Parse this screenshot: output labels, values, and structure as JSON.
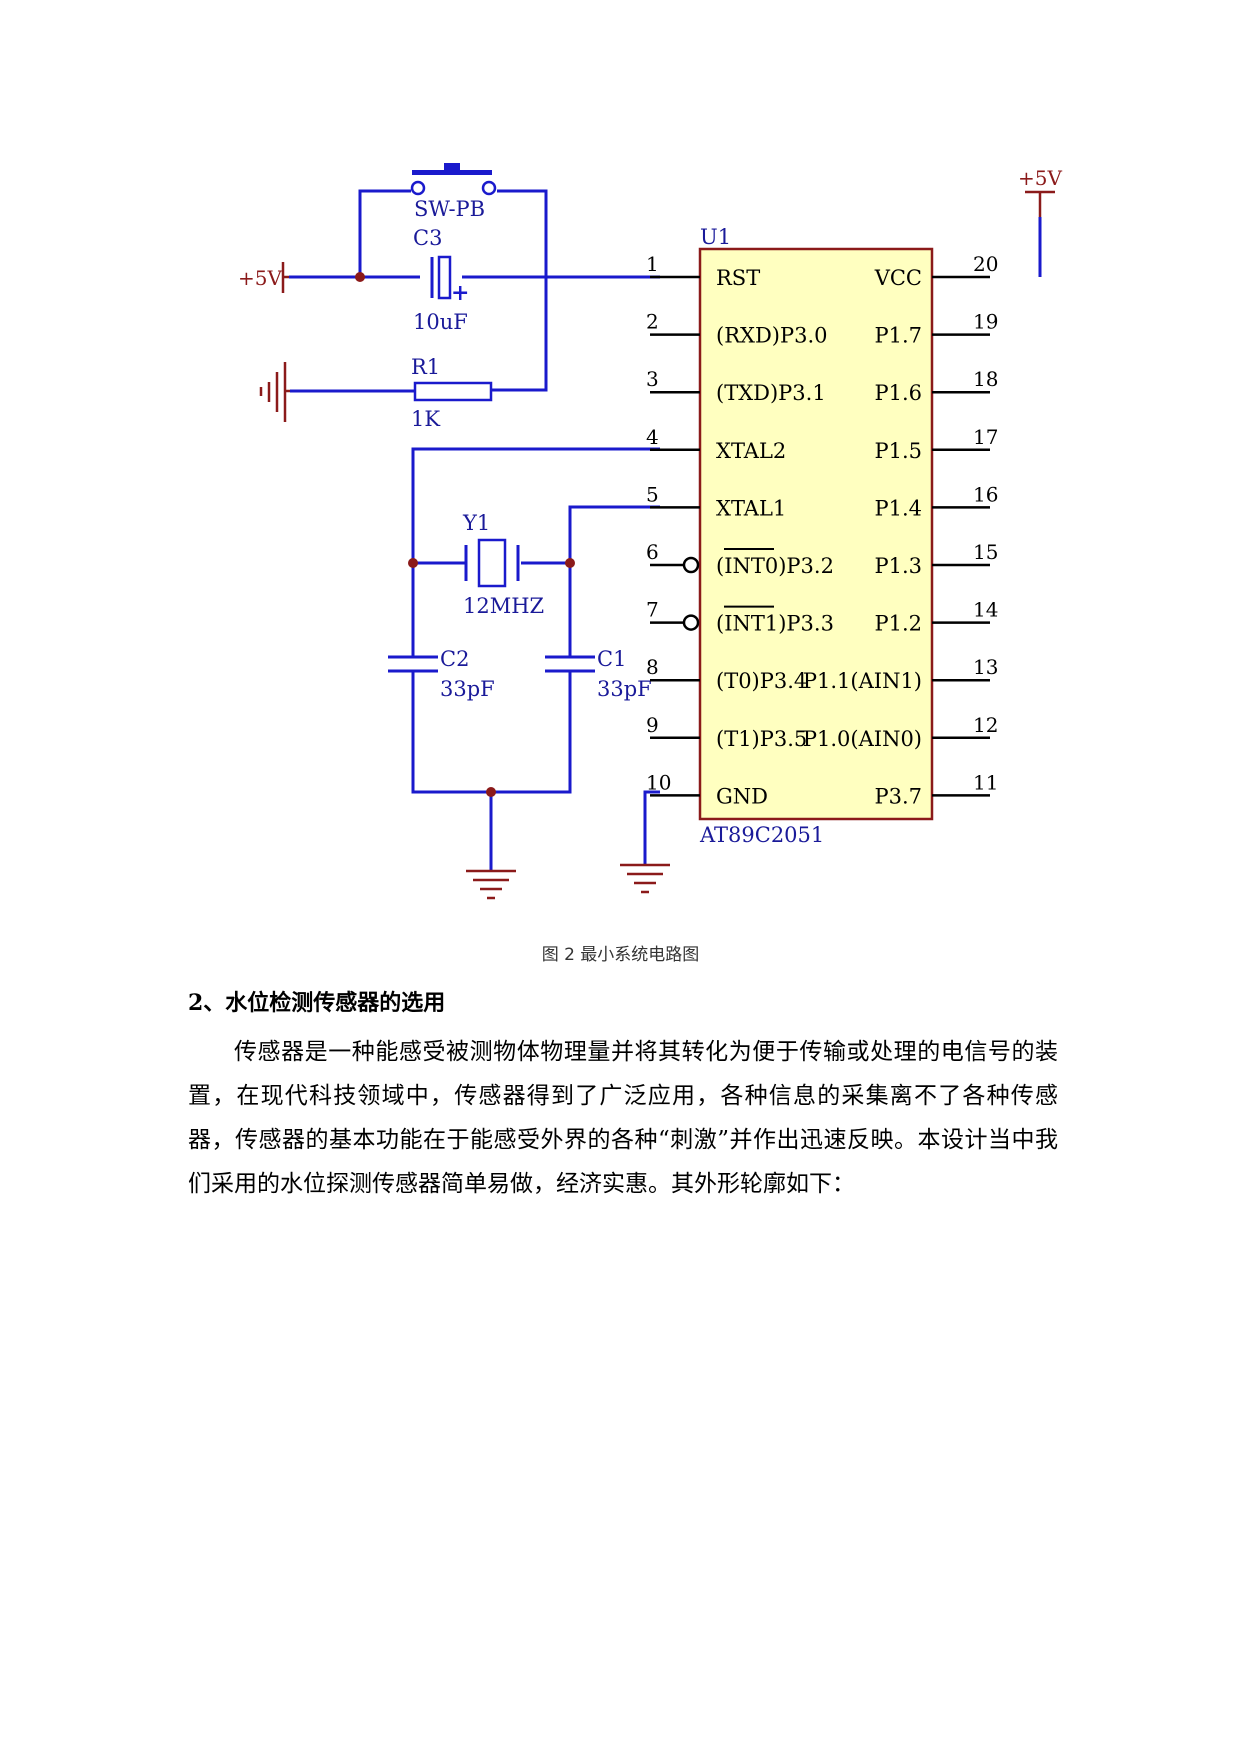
{
  "diagram": {
    "switch": {
      "ref": "SW-PB"
    },
    "c3": {
      "ref": "C3",
      "value": "10uF",
      "polarity": "+"
    },
    "r1": {
      "ref": "R1",
      "value": "1K"
    },
    "y1": {
      "ref": "Y1",
      "value": "12MHZ"
    },
    "c2": {
      "ref": "C2",
      "value": "33pF"
    },
    "c1": {
      "ref": "C1",
      "value": "33pF"
    },
    "power_left": "+5V",
    "power_right": "+5V",
    "ic": {
      "ref": "U1",
      "part": "AT89C2051",
      "left_pins": [
        {
          "num": "1",
          "name": "RST",
          "inverted": false
        },
        {
          "num": "2",
          "name": "(RXD)P3.0",
          "inverted": false
        },
        {
          "num": "3",
          "name": "(TXD)P3.1",
          "inverted": false
        },
        {
          "num": "4",
          "name": "XTAL2",
          "inverted": false
        },
        {
          "num": "5",
          "name": "XTAL1",
          "inverted": false
        },
        {
          "num": "6",
          "name": "(INT0)P3.2",
          "inverted": true
        },
        {
          "num": "7",
          "name": "(INT1)P3.3",
          "inverted": true
        },
        {
          "num": "8",
          "name": "(T0)P3.4",
          "inverted": false
        },
        {
          "num": "9",
          "name": "(T1)P3.5",
          "inverted": false
        },
        {
          "num": "10",
          "name": "GND",
          "inverted": false
        }
      ],
      "right_pins": [
        {
          "num": "20",
          "name": "VCC"
        },
        {
          "num": "19",
          "name": "P1.7"
        },
        {
          "num": "18",
          "name": "P1.6"
        },
        {
          "num": "17",
          "name": "P1.5"
        },
        {
          "num": "16",
          "name": "P1.4"
        },
        {
          "num": "15",
          "name": "P1.3"
        },
        {
          "num": "14",
          "name": "P1.2"
        },
        {
          "num": "13",
          "name": "P1.1(AIN1)"
        },
        {
          "num": "12",
          "name": "P1.0(AIN0)"
        },
        {
          "num": "11",
          "name": "P3.7"
        }
      ]
    },
    "colors": {
      "wire": "#1a1acc",
      "symbol_outline": "#8b1a1a",
      "chip_fill": "#ffffc0",
      "power": "#8b1a1a",
      "label_text": "#1a1a99",
      "pin_text": "#000000"
    }
  },
  "caption": "图 2  最小系统电路图",
  "heading": "2、水位检测传感器的选用",
  "paragraph": "传感器是一种能感受被测物体物理量并将其转化为便于传输或处理的电信号的装置，在现代科技领域中，传感器得到了广泛应用，各种信息的采集离不了各种传感器，传感器的基本功能在于能感受外界的各种“刺激”并作出迅速反映。本设计当中我们采用的水位探测传感器简单易做，经济实惠。其外形轮廓如下："
}
